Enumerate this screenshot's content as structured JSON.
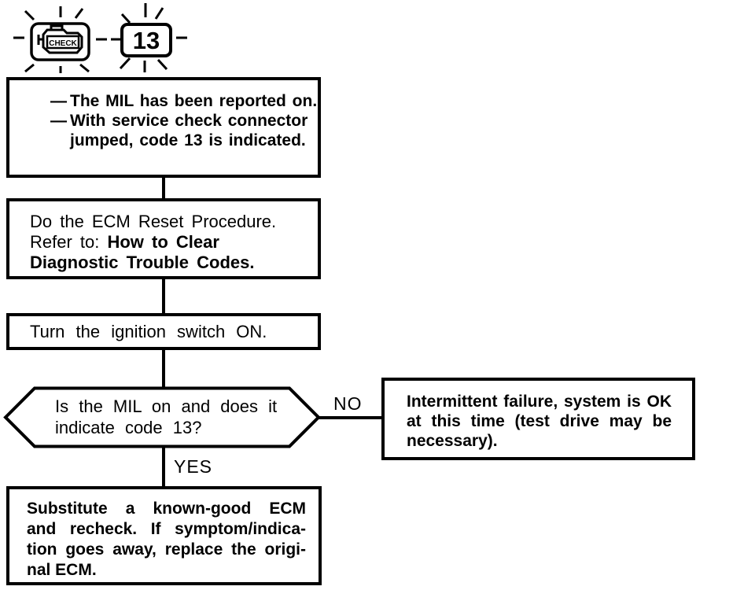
{
  "colors": {
    "ink": "#000000",
    "paper": "#ffffff"
  },
  "indicators": {
    "mil_lamp_label": "CHECK",
    "code_display": "13"
  },
  "flowchart": {
    "symptom_box": {
      "items": [
        {
          "bullet": "—",
          "lines": [
            "The MIL has been reported on."
          ]
        },
        {
          "bullet": "—",
          "lines": [
            "With service check connector",
            "jumped, code 13 is indicated."
          ]
        }
      ]
    },
    "reset_box": {
      "line1": "Do the ECM Reset Procedure.",
      "refer_prefix": "Refer to: ",
      "refer_bold_line1": "How to Clear",
      "refer_bold_line2": "Diagnostic Trouble Codes."
    },
    "ignition_box": {
      "text": "Turn the ignition switch ON."
    },
    "decision": {
      "lines": [
        "Is the MIL on and does it",
        "indicate code 13?"
      ],
      "no_label": "NO",
      "yes_label": "YES"
    },
    "no_box": {
      "lines": [
        "Intermittent failure, system is OK",
        "at this time (test drive may be",
        "necessary)."
      ]
    },
    "yes_box": {
      "lines": [
        "Substitute a known-good ECM",
        "and recheck. If symptom/indica-",
        "tion goes away, replace the origi-",
        "nal ECM."
      ]
    }
  }
}
